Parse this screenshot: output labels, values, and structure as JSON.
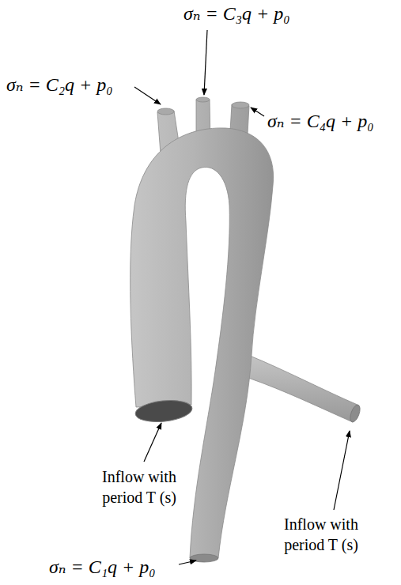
{
  "diagram": {
    "labels": [
      "σₙ = C₃q + p₀",
      "σₙ = C₂q + p₀",
      "σₙ = C₄q + p₀",
      "Inflow with period T (s)",
      "Inflow with period T (s)",
      "σₙ = C₁q + p₀"
    ]
  }
}
